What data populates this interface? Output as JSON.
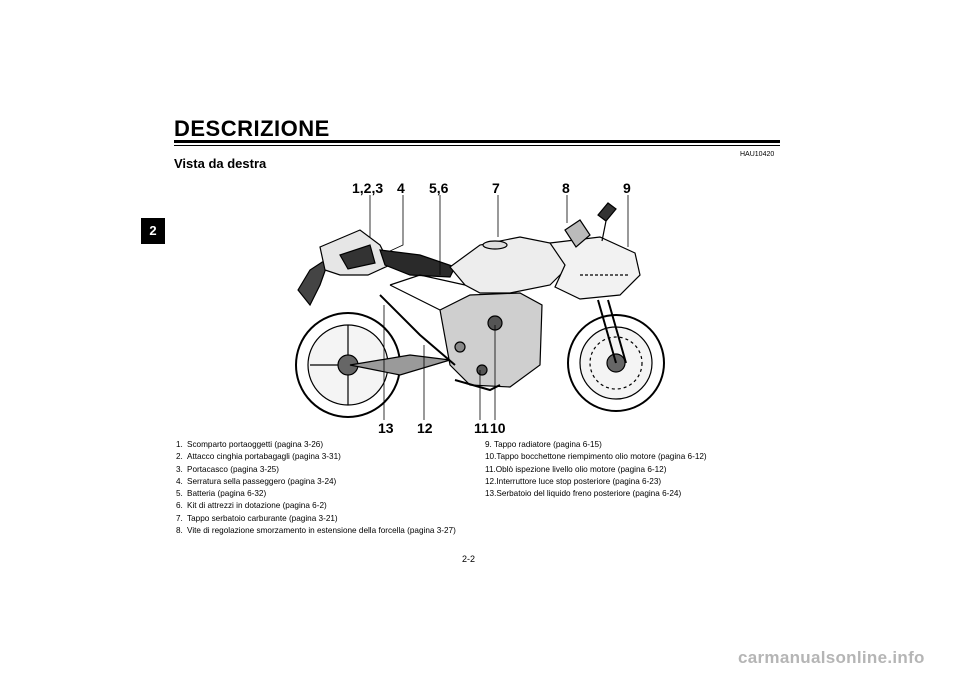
{
  "header": {
    "title": "DESCRIZIONE",
    "chapter_tab": "2"
  },
  "section": {
    "code": "HAU10420",
    "title": "Vista da destra"
  },
  "figure": {
    "callouts": {
      "c123": "1,2,3",
      "c4": "4",
      "c56": "5,6",
      "c7": "7",
      "c8": "8",
      "c9": "9",
      "c13": "13",
      "c12": "12",
      "c11": "11",
      "c10": "10"
    },
    "icon": "motorcycle-right-side-icon"
  },
  "legend": {
    "left": [
      {
        "num": "1.",
        "text": "Scomparto portaoggetti (pagina 3-26)"
      },
      {
        "num": "2.",
        "text": "Attacco cinghia portabagagli (pagina 3-31)"
      },
      {
        "num": "3.",
        "text": "Portacasco (pagina 3-25)"
      },
      {
        "num": "4.",
        "text": "Serratura sella passeggero (pagina 3-24)"
      },
      {
        "num": "5.",
        "text": "Batteria (pagina 6-32)"
      },
      {
        "num": "6.",
        "text": "Kit di attrezzi in dotazione (pagina 6-2)"
      },
      {
        "num": "7.",
        "text": "Tappo serbatoio carburante (pagina 3-21)"
      },
      {
        "num": "8.",
        "text": "Vite di regolazione smorzamento in estensione della forcella (pagina 3-27)"
      }
    ],
    "right": [
      {
        "num": "9.",
        "text": " Tappo radiatore (pagina 6-15)"
      },
      {
        "num": "10.",
        "text": "Tappo bocchettone riempimento olio motore (pagina 6-12)"
      },
      {
        "num": "11.",
        "text": "Oblò ispezione livello olio motore (pagina 6-12)"
      },
      {
        "num": "12.",
        "text": "Interruttore luce stop posteriore (pagina 6-23)"
      },
      {
        "num": "13.",
        "text": "Serbatoio del liquido freno posteriore (pagina 6-24)"
      }
    ]
  },
  "footer": {
    "page_number": "2-2",
    "watermark": "carmanualsonline.info"
  }
}
